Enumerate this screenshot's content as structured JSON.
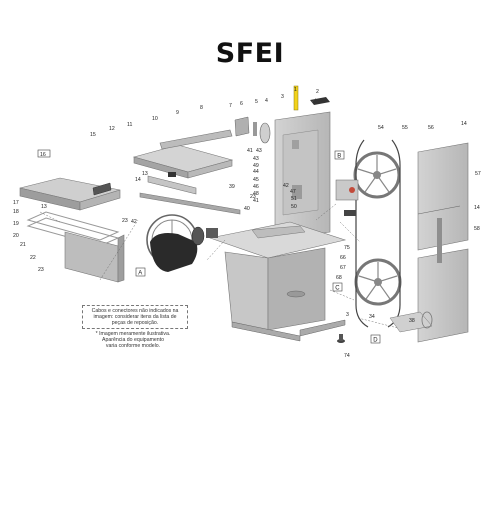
{
  "title": "SFEI",
  "notes": {
    "parts": [
      "Cabos e conectores não indicados na",
      "imagem: considerar itens da lista de",
      "peças de reposição."
    ],
    "illustrative": [
      "* Imagem meramente ilustrativa.",
      "Aparência do equipamento",
      "varia conforme modelo."
    ]
  },
  "detail_boxes": [
    "B",
    "C",
    "D",
    "A"
  ],
  "part_callouts": [
    "1",
    "2",
    "3",
    "4",
    "5",
    "6",
    "7",
    "8",
    "9",
    "10",
    "11",
    "12",
    "13",
    "14",
    "15",
    "16",
    "17",
    "18",
    "19",
    "20",
    "21",
    "22",
    "23",
    "32",
    "34",
    "38",
    "39",
    "40",
    "41",
    "42",
    "43",
    "44",
    "45",
    "46",
    "47",
    "48",
    "49",
    "50",
    "51",
    "54",
    "55",
    "56",
    "57",
    "58",
    "66",
    "67",
    "68",
    "74",
    "75"
  ],
  "colors": {
    "highlight": "#f2d21b",
    "metal": "#c9c9c9",
    "metal_dark": "#8e8e8e",
    "motor": "#2a2a2a"
  }
}
